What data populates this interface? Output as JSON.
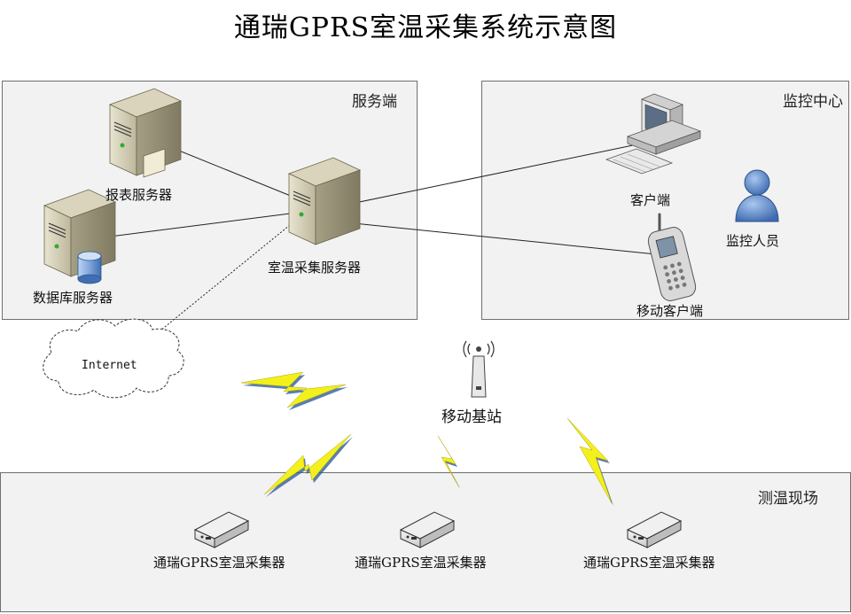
{
  "title": "通瑞GPRS室温采集系统示意图",
  "regions": {
    "server": "服务端",
    "monitor": "监控中心",
    "field": "测温现场"
  },
  "nodes": {
    "report_server": "报表服务器",
    "database_server": "数据库服务器",
    "collection_server": "室温采集服务器",
    "client": "客户端",
    "mobile_client": "移动客户端",
    "monitor_person": "监控人员",
    "internet": "Internet",
    "base_station": "移动基站",
    "collector_1": "通瑞GPRS室温采集器",
    "collector_2": "通瑞GPRS室温采集器",
    "collector_3": "通瑞GPRS室温采集器"
  },
  "colors": {
    "region_fill": "#f2f2f2",
    "lightning": "#f3f01c",
    "lightning_shadow": "#2f5f9e",
    "person": "#4f7fbf"
  }
}
